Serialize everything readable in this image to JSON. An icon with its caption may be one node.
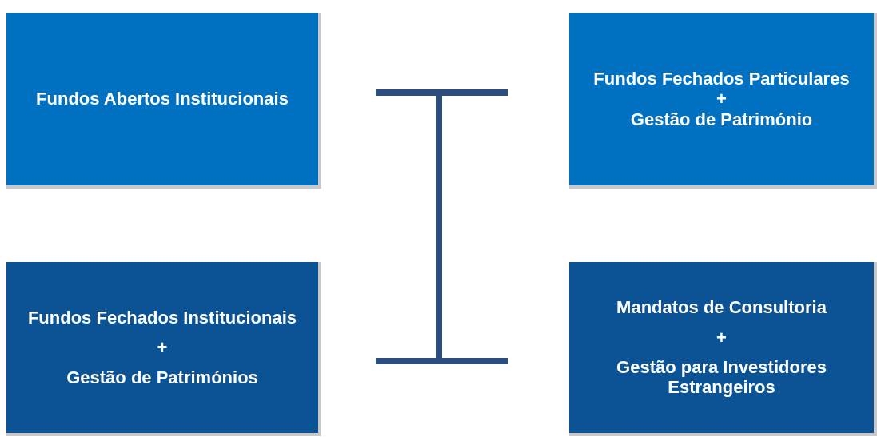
{
  "diagram": {
    "nodes": [
      {
        "text": [
          "Fundos Abertos Institucionais"
        ]
      },
      {
        "text": [
          "Fundos Fechados Particulares",
          "+",
          "Gestão de Património"
        ]
      },
      {
        "text": [
          "Fundos Fechados Institucionais",
          "+",
          "Gestão de Patrimónios"
        ]
      },
      {
        "text": [
          "Mandatos de Consultoria",
          "+",
          "Gestão para Investidores Estrangeiros"
        ]
      }
    ]
  }
}
